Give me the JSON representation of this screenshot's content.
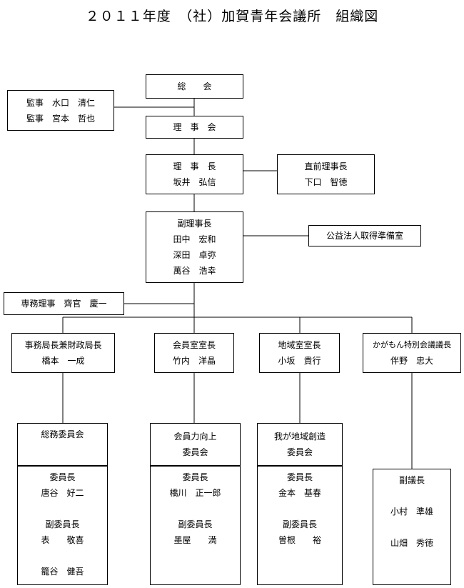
{
  "title": "２０１１年度　（社）加賀青年会議所　組織図",
  "general_assembly": "総　　会",
  "auditors": [
    "監事　水口　清仁",
    "監事　宮本　哲也"
  ],
  "board": "理　事　会",
  "president": {
    "role": "理　事　長",
    "name": "坂井　弘信"
  },
  "past_president": {
    "role": "直前理事長",
    "name": "下口　智徳"
  },
  "vice_presidents": {
    "role": "副理事長",
    "names": [
      "田中　宏和",
      "深田　卓弥",
      "萬谷　浩幸"
    ]
  },
  "public_office": "公益法人取得準備室",
  "managing_director": "専務理事　齊官　慶一",
  "divisions": [
    {
      "role": "事務局長兼財政局長",
      "name": "橋本　一成"
    },
    {
      "role": "会員室室長",
      "name": "竹内　洋晶"
    },
    {
      "role": "地域室室長",
      "name": "小坂　貴行"
    },
    {
      "role": "かがもん特別会議議長",
      "name": "伴野　忠大"
    }
  ],
  "committees": [
    {
      "name": [
        "総務委員会"
      ],
      "chair_label": "委員長",
      "chair": "唐谷　好二",
      "vice_label": "副委員長",
      "vices": [
        "表　　敬喜",
        "籠谷　健吾"
      ]
    },
    {
      "name": [
        "会員力向上",
        "委員会"
      ],
      "chair_label": "委員長",
      "chair": "橋川　正一郎",
      "vice_label": "副委員長",
      "vices": [
        "墨屋　　満"
      ]
    },
    {
      "name": [
        "我が地域創造",
        "委員会"
      ],
      "chair_label": "委員長",
      "chair": "金本　基春",
      "vice_label": "副委員長",
      "vices": [
        "曽根　　裕"
      ]
    }
  ],
  "special_council": {
    "label": "副議長",
    "names": [
      "小村　準雄",
      "山畑　秀徳"
    ]
  }
}
